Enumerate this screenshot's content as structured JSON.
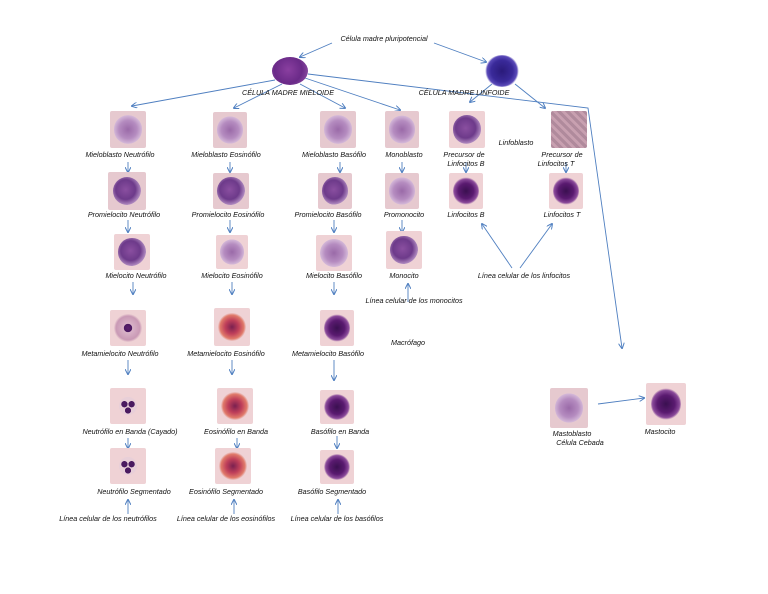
{
  "title": "Célula madre pluripotencial",
  "branches": {
    "mieloide": "CÉLULA MADRE MIELOIDE",
    "linfoide": "CÉLULA MADRE LINFOIDE"
  },
  "neutrofilos": {
    "c1": "Mieloblasto Neutrófilo",
    "c2": "Promielocito Neutrófilo",
    "c3": "Mielocito Neutrófilo",
    "c4": "Metamielocito Neutrófilo",
    "c5": "Neutrófilo en Banda (Cayado)",
    "c6": "Neutrófilo Segmentado",
    "line": "Línea celular de los neutrófilos"
  },
  "eosinofilos": {
    "c1": "Mieloblasto Eosinófilo",
    "c2": "Promielocito Eosinófilo",
    "c3": "Mielocito Eosinófilo",
    "c4": "Metamielocito Eosinófilo",
    "c5": "Eosinófilo en Banda",
    "c6": "Eosinófilo Segmentado",
    "line": "Línea celular de los eosinófilos"
  },
  "basofilos": {
    "c1": "Mieloblasto Basófilo",
    "c2": "Promielocito Basófilo",
    "c3": "Mielocito Basófilo",
    "c4": "Metamielocito Basófilo",
    "c5": "Basófilo en Banda",
    "c6": "Basófilo Segmentado",
    "line": "Línea celular de los basófilos"
  },
  "monocitos": {
    "c1": "Monoblasto",
    "c2": "Promonocito",
    "c3": "Monocito",
    "c4": "Macrófago",
    "line": "Línea celular de los monocitos"
  },
  "linfocitos": {
    "linfoblasto": "Linfoblasto",
    "preB_1": "Precursor de",
    "preB_2": "Linfocitos B",
    "preT_1": "Precursor de",
    "preT_2": "Linfocitos T",
    "b": "Linfocitos B",
    "t": "Linfocitos T",
    "line": "Línea celular de los linfocitos"
  },
  "mastocitos": {
    "c1_1": "Mastoblasto",
    "c1_2": "Célula Cebada",
    "c2": "Mastocito"
  }
}
